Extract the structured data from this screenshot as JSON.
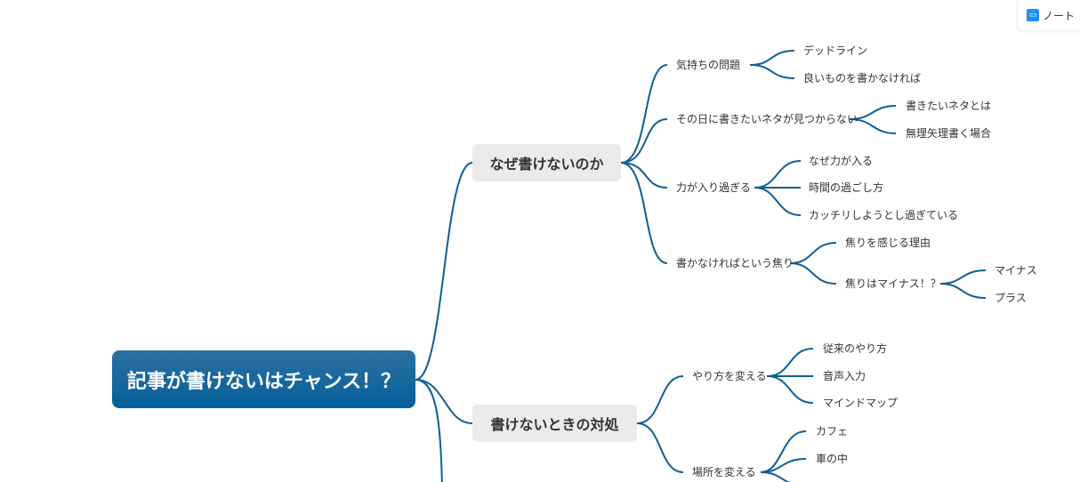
{
  "note_button": {
    "label": "ノート"
  },
  "root": "記事が書けないはチャンス！？",
  "topics": [
    {
      "label": "なぜ書けないのか",
      "children": [
        {
          "label": "気持ちの問題",
          "children": [
            "デッドライン",
            "良いものを書かなければ"
          ]
        },
        {
          "label": "その日に書きたいネタが見つからない",
          "children": [
            "書きたいネタとは",
            "無理矢理書く場合"
          ]
        },
        {
          "label": "力が入り過ぎる",
          "children": [
            "なぜ力が入る",
            "時間の過ごし方",
            "カッチリしようとし過ぎている"
          ]
        },
        {
          "label": "書かなければという焦り",
          "children": [
            "焦りを感じる理由",
            "焦りはマイナス！？"
          ],
          "sub": [
            "マイナス",
            "プラス"
          ]
        }
      ]
    },
    {
      "label": "書けないときの対処",
      "children": [
        {
          "label": "やり方を変える",
          "children": [
            "従来のやり方",
            "音声入力",
            "マインドマップ"
          ]
        },
        {
          "label": "場所を変える",
          "children": [
            "カフェ",
            "車の中"
          ]
        }
      ]
    }
  ],
  "colors": {
    "line": "#0e5f92",
    "root": "#0d6099",
    "topic_bg": "#ebebeb"
  }
}
